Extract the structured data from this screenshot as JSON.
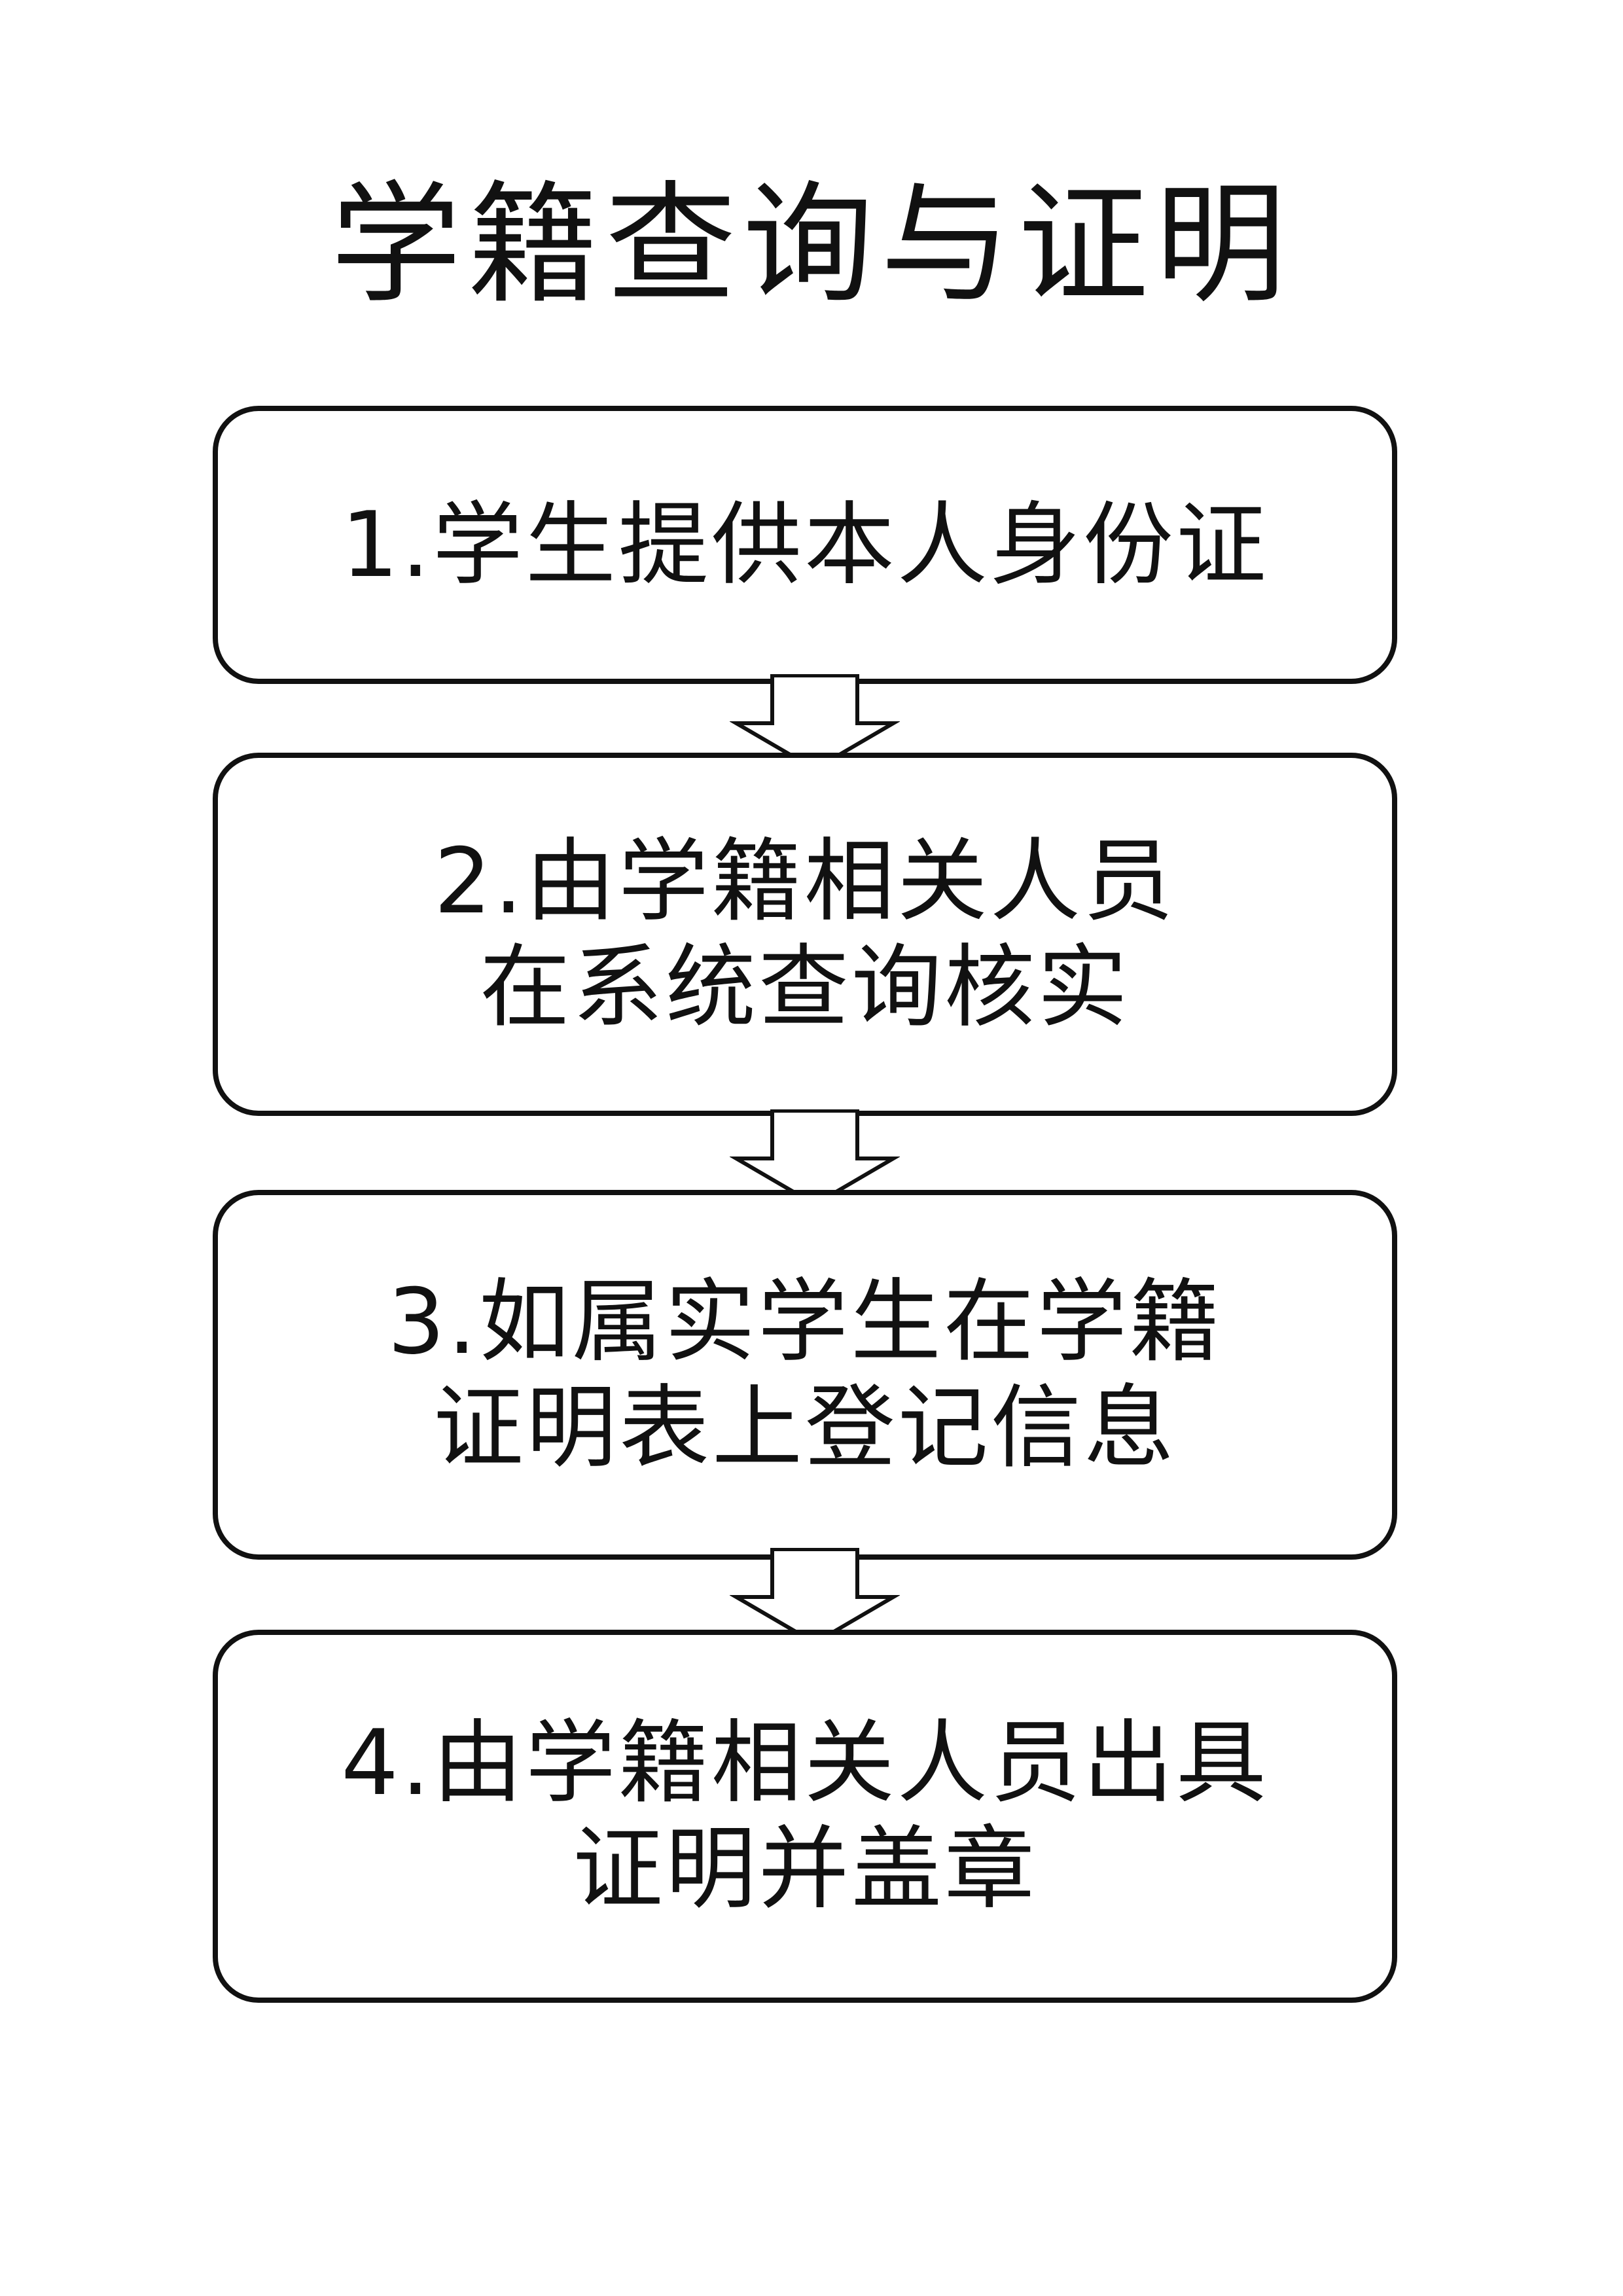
{
  "title": "学籍查询与证明",
  "steps": [
    {
      "lines": [
        "1.学生提供本人身份证"
      ]
    },
    {
      "lines": [
        "2.由学籍相关人员",
        "在系统查询核实"
      ]
    },
    {
      "lines": [
        "3.如属实学生在学籍",
        "证明表上登记信息"
      ]
    },
    {
      "lines": [
        "4.由学籍相关人员出具",
        "证明并盖章"
      ]
    }
  ],
  "colors": {
    "stroke": "#111111",
    "background": "#ffffff"
  }
}
